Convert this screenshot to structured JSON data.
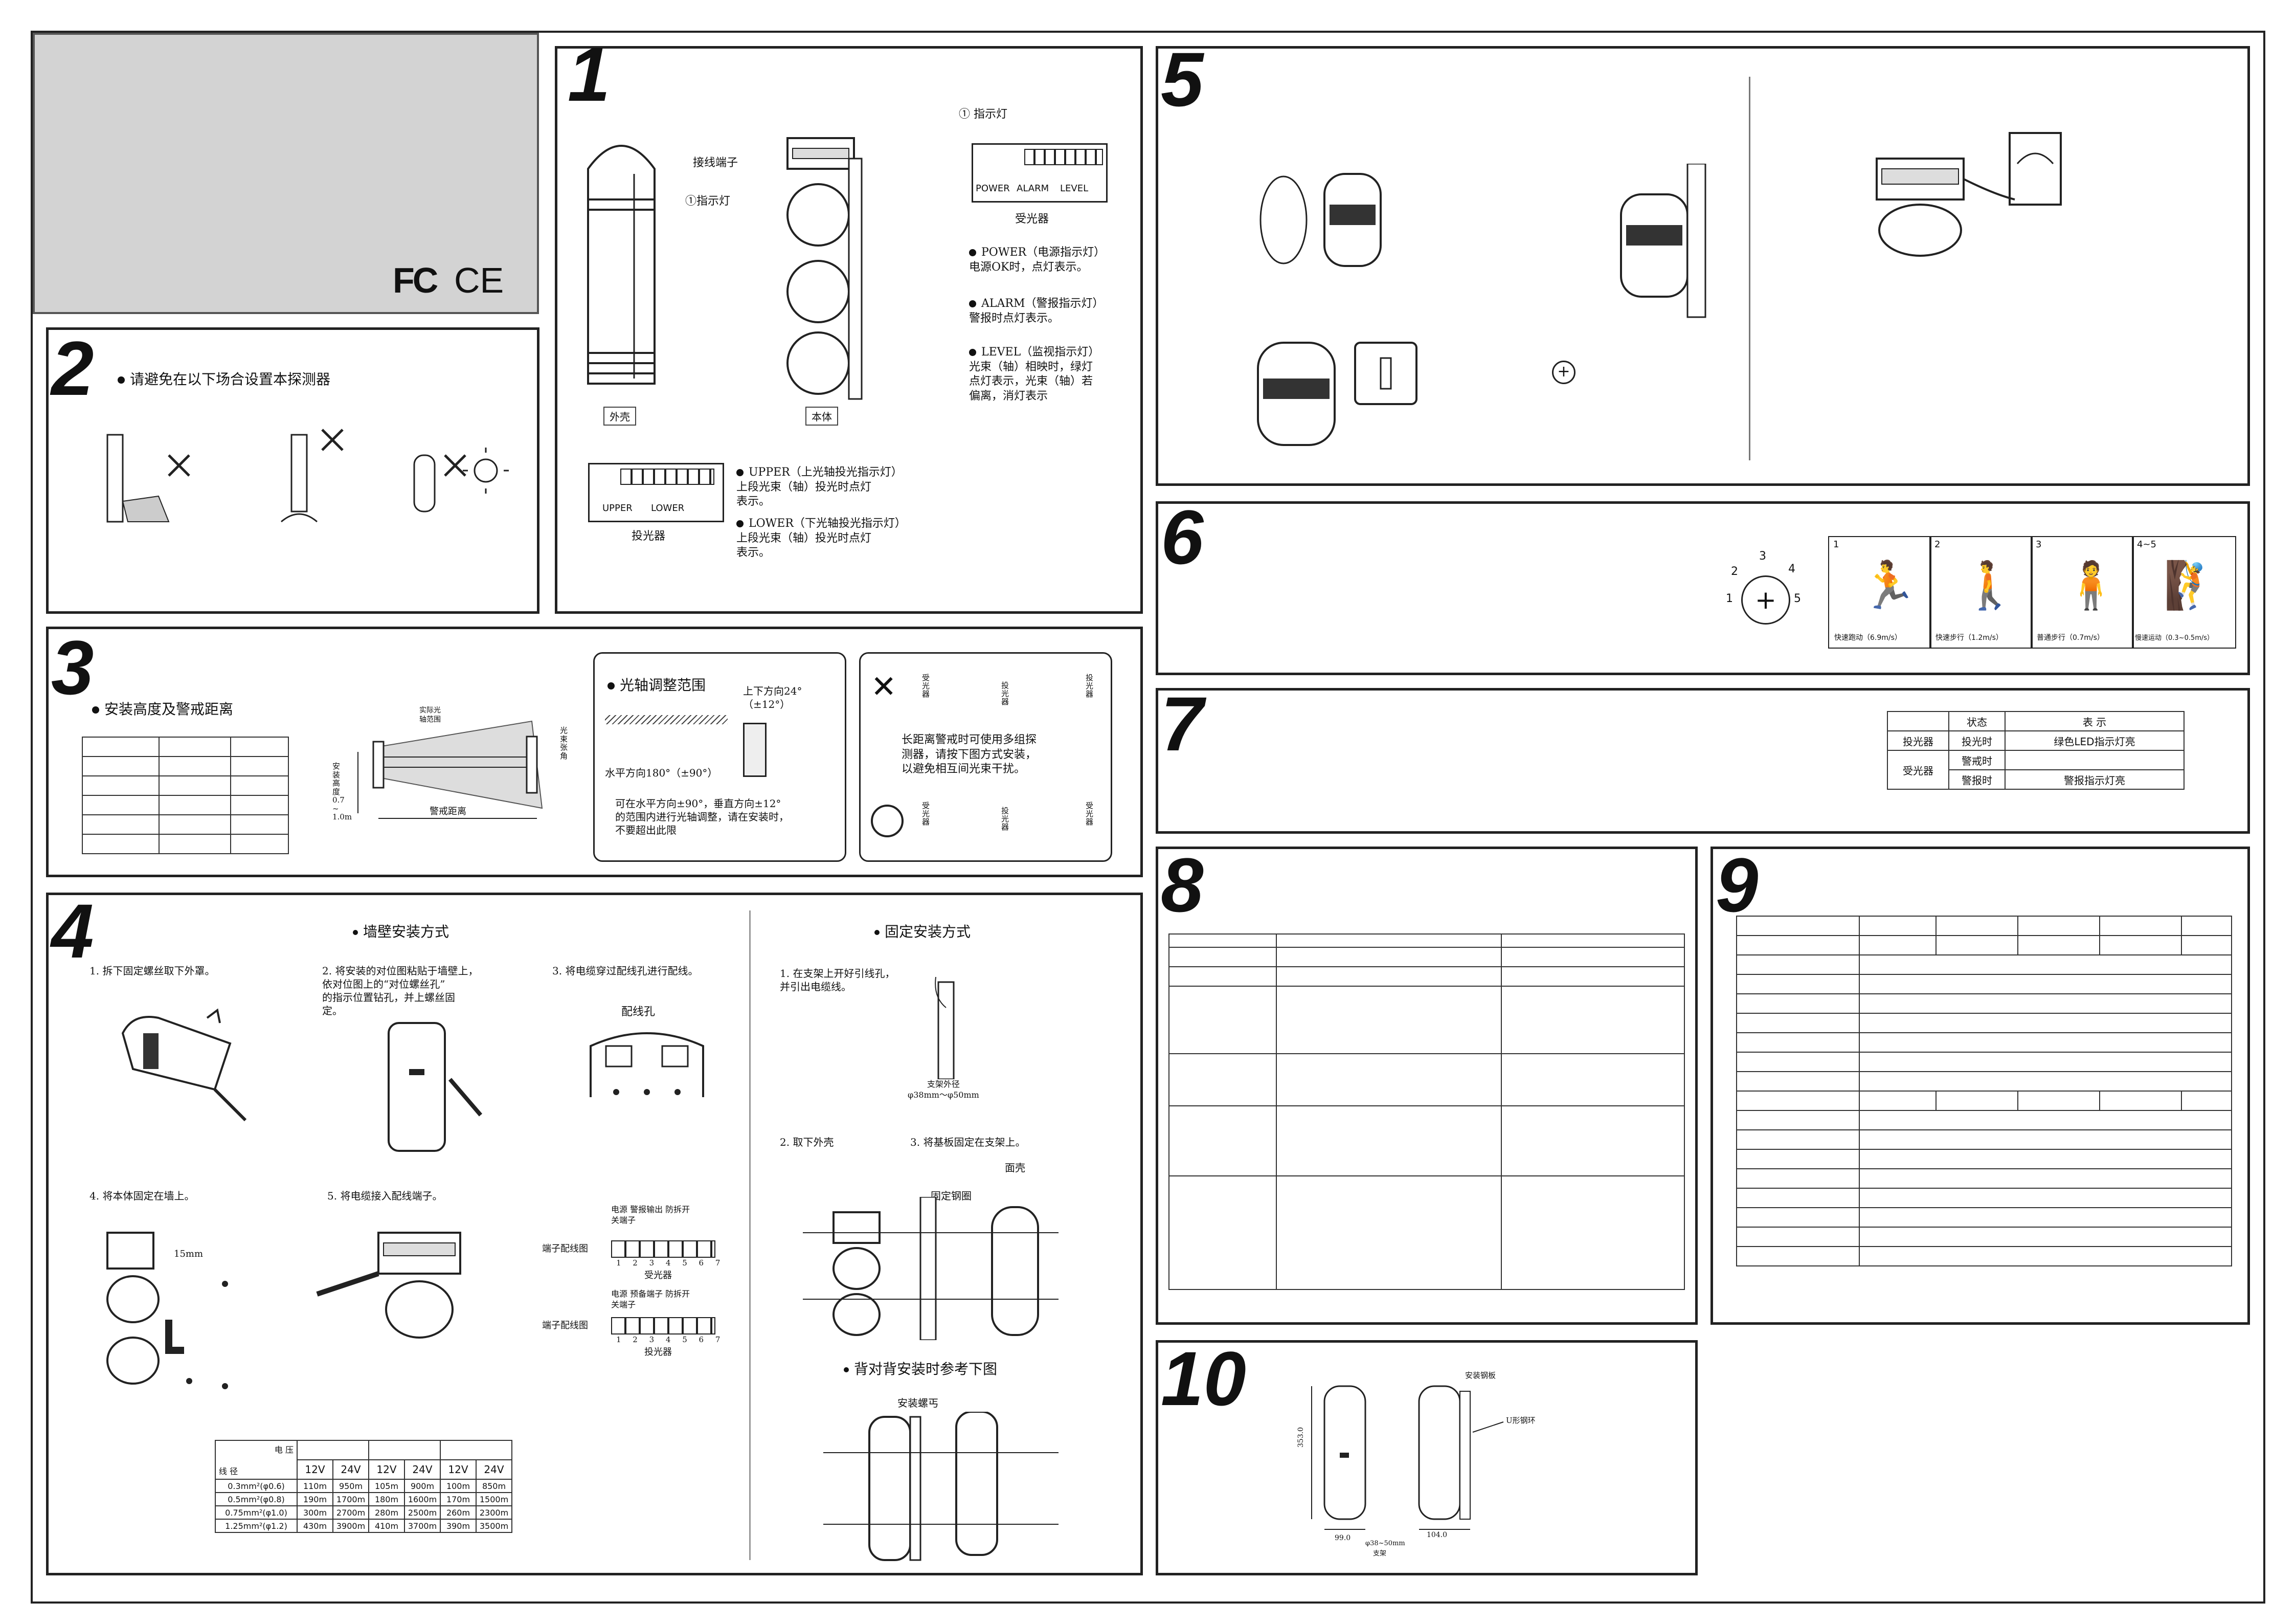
{
  "cover": {
    "logo_fc": "FC",
    "logo_ce": "CE"
  },
  "sections": {
    "s1": {
      "num": "1",
      "labels": {
        "terminal": "接线端子",
        "indicator": "①指示灯",
        "shell": "外壳",
        "body": "本体"
      },
      "indicator_title": "① 指示灯",
      "rx_leds": [
        "POWER",
        "ALARM",
        "LEVEL"
      ],
      "rx_caption": "受光器",
      "rx_notes": [
        "POWER（电源指示灯）\n电源OK时，点灯表示。",
        "ALARM（警报指示灯）\n警报时点灯表示。",
        "LEVEL（监视指示灯）\n光束（轴）相映时，绿灯\n点灯表示，光束（轴）若\n偏离，消灯表示"
      ],
      "tx_leds": [
        "UPPER",
        "LOWER"
      ],
      "tx_caption": "投光器",
      "tx_notes": [
        "UPPER（上光轴投光指示灯）\n上段光束（轴）投光时点灯\n表示。",
        "LOWER（下光轴投光指示灯）\n上段光束（轴）投光时点灯\n表示。"
      ]
    },
    "s2": {
      "num": "2",
      "heading": "请避免在以下场合设置本探测器"
    },
    "s3": {
      "num": "3",
      "heading": "安装高度及警戒距离",
      "diagram": {
        "beam_real": "实际光\n轴范围",
        "height": "安\n装\n高\n度\n0.7\n~\n1.0m",
        "distance": "警戒距离",
        "angle": "光\n束\n张\n角"
      },
      "axis_title": "光轴调整范围",
      "axis_up": "上下方向24°\n（±12°）",
      "axis_h": "水平方向180°（±90°）",
      "axis_note": "可在水平方向±90°，垂直方向±12°\n的范围内进行光轴调整，请在安装时，\n不要超出此限",
      "long_note": "长距离警戒时可使用多组探\n测器，请按下图方式安装，\n以避免相互间光束干扰。",
      "rx": "受\n光\n器",
      "tx": "投\n光\n器"
    },
    "s4": {
      "num": "4",
      "wall_heading": "墙壁安装方式",
      "pole_heading": "固定安装方式",
      "back_heading": "背对背安装时参考下图",
      "steps": {
        "w1": "1. 拆下固定螺丝取下外罩。",
        "w2": "2. 将安装的对位图粘贴于墙壁上，\n依对位图上的“对位螺丝孔”\n的指示位置钻孔，并上螺丝固\n定。",
        "w3": "3. 将电缆穿过配线孔进行配线。",
        "w3_label": "配线孔",
        "w4": "4. 将本体固定在墙上。",
        "w4_label": "15mm",
        "w5": "5. 将电缆接入配线端子。",
        "p1": "1. 在支架上开好引线孔，\n并引出电缆线。",
        "p1_label": "支架外径\nφ38mm～φ50mm",
        "p2": "2. 取下外壳",
        "p3": "3. 将基板固定在支架上。",
        "p3_ring": "固定钢圈",
        "p3_shell": "面壳",
        "back_label": "安装螺丐"
      },
      "terminals": {
        "rx_title": "端子配线图",
        "rx_labels": "电源   警报输出   防拆开\n          关端子",
        "rx_nums": "1 2 3 4 5 6 7",
        "rx_caption": "受光器",
        "tx_title": "端子配线图",
        "tx_labels": "电源  预备端子  防拆开\n          关端子",
        "tx_nums": "1 2 3 4 5 6 7",
        "tx_caption": "投光器"
      },
      "wire_table": {
        "header_top": "电 压",
        "header_left": "线 径",
        "voltages": [
          "12V",
          "24V",
          "12V",
          "24V",
          "12V",
          "24V"
        ],
        "rows": [
          [
            "0.3mm²(φ0.6)",
            "110m",
            "950m",
            "105m",
            "900m",
            "100m",
            "850m"
          ],
          [
            "0.5mm²(φ0.8)",
            "190m",
            "1700m",
            "180m",
            "1600m",
            "170m",
            "1500m"
          ],
          [
            "0.75mm²(φ1.0)",
            "300m",
            "2700m",
            "280m",
            "2500m",
            "260m",
            "2300m"
          ],
          [
            "1.25mm²(φ1.2)",
            "430m",
            "3900m",
            "410m",
            "3700m",
            "390m",
            "3500m"
          ]
        ]
      }
    },
    "s5": {
      "num": "5"
    },
    "s6": {
      "num": "6",
      "dial": {
        "n1": "1",
        "n2": "2",
        "n3": "3",
        "n4": "4",
        "n5": "5"
      },
      "panels": [
        {
          "n": "1",
          "caption": "快速跑动（6.9m/s）"
        },
        {
          "n": "2",
          "caption": "快速步行（1.2m/s）"
        },
        {
          "n": "3",
          "caption": "普通步行（0.7m/s）"
        },
        {
          "n": "4~5",
          "caption": "慢速运动（0.3~0.5m/s）"
        }
      ]
    },
    "s7": {
      "num": "7",
      "status_table": {
        "h_state": "状态",
        "h_show": "表 示",
        "rows": [
          [
            "投光器",
            "投光时",
            "绿色LED指示灯亮"
          ],
          [
            "受光器",
            "警戒时",
            ""
          ],
          [
            "",
            "警报时",
            "警报指示灯亮"
          ]
        ]
      }
    },
    "s8": {
      "num": "8"
    },
    "s9": {
      "num": "9"
    },
    "s10": {
      "num": "10",
      "labels": {
        "plate": "安装钢板",
        "ubolt": "U形钢环",
        "height": "353.0",
        "w1": "99.0",
        "w2": "104.0",
        "pole": "φ38~50mm",
        "pole2": "支架"
      }
    }
  }
}
